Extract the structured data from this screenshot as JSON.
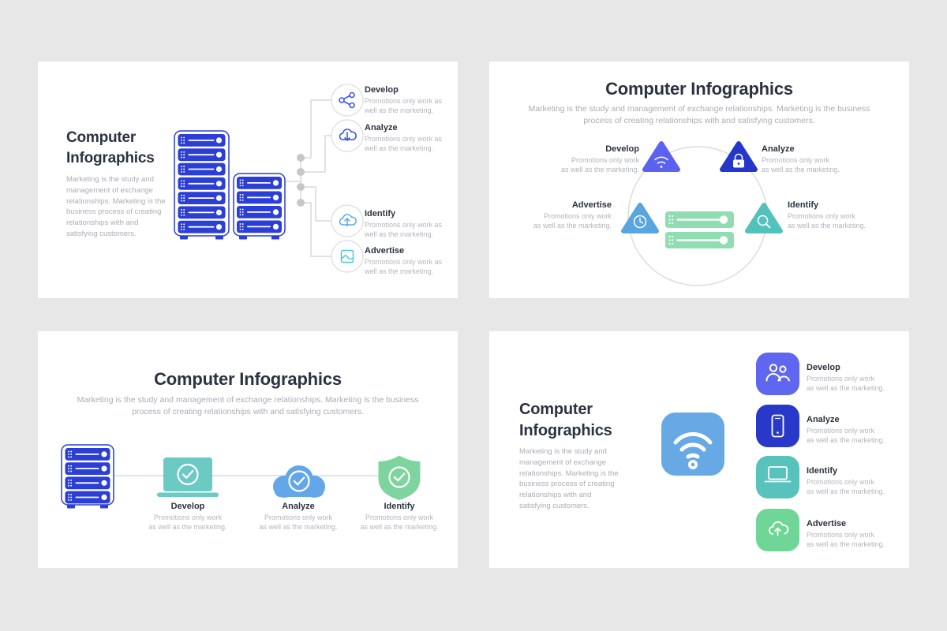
{
  "page": {
    "background_color": "#e7e7e7",
    "card_color": "#ffffff"
  },
  "slide_server_list": {
    "heading": "Computer Infographics",
    "body_text": "Marketing is the study and\nmanagement of exchange\nrelationships. Marketing is the\nbusiness process of creating\nrelationships with and\nsatisfying customers.",
    "items": [
      {
        "label": "Develop",
        "caption": "Promotions only work as\nwell as the marketing.",
        "icon": "share-nodes-icon",
        "accent": "#3d55ee"
      },
      {
        "label": "Analyze",
        "caption": "Promotions only work as\nwell as the marketing.",
        "icon": "cloud-download-icon",
        "accent": "#2b50e0"
      },
      {
        "label": "Identify",
        "caption": "Promotions only work as\nwell as the marketing.",
        "icon": "cloud-upload-icon",
        "accent": "#55a9e8"
      },
      {
        "label": "Advertise",
        "caption": "Promotions only work as\nwell as the marketing.",
        "icon": "image-icon",
        "accent": "#4fc8c8"
      }
    ]
  },
  "slide_circle": {
    "heading": "Computer Infographics",
    "body_text": "Marketing is the study and management of exchange relationships. Marketing is the business\nprocess of creating relationships with and satisfying customers.",
    "items": [
      {
        "label": "Develop",
        "caption": "Promotions only work\nas well as the marketing.",
        "icon": "wifi-icon",
        "accent": "#5b62f0"
      },
      {
        "label": "Analyze",
        "caption": "Promotions only work\nas well as the marketing.",
        "icon": "lock-icon",
        "accent": "#2537c8"
      },
      {
        "label": "Advertise",
        "caption": "Promotions only work\nas well as the marketing.",
        "icon": "clock-icon",
        "accent": "#58a5df"
      },
      {
        "label": "Identify",
        "caption": "Promotions only work\nas well as the marketing.",
        "icon": "search-icon",
        "accent": "#53c2bd"
      }
    ]
  },
  "slide_process": {
    "heading": "Computer Infographics",
    "body_text": "Marketing is the study and management of exchange relationships. Marketing is the business\nprocess of creating relationships with and satisfying customers.",
    "items": [
      {
        "label": "Develop",
        "caption": "Promotions only work\nas well as the marketing.",
        "icon": "laptop-check-icon",
        "accent": "#6bcac3"
      },
      {
        "label": "Analyze",
        "caption": "Promotions only work\nas well as the marketing.",
        "icon": "cloud-check-icon",
        "accent": "#64a7e8"
      },
      {
        "label": "Identify",
        "caption": "Promotions only work\nas well as the marketing.",
        "icon": "shield-check-icon",
        "accent": "#7dd59d"
      }
    ]
  },
  "slide_icon_list": {
    "heading": "Computer Infographics",
    "body_text": "Marketing is the study and\nmanagement of exchange\nrelationships. Marketing is the\nbusiness process of creating\nrelationships with and\nsatisfying customers.",
    "items": [
      {
        "label": "Develop",
        "caption": "Promotions only work\nas well as the marketing.",
        "icon": "users-icon",
        "accent": "#5f66f0"
      },
      {
        "label": "Analyze",
        "caption": "Promotions only work\nas well as the marketing.",
        "icon": "smartphone-icon",
        "accent": "#2838c9"
      },
      {
        "label": "Identify",
        "caption": "Promotions only work\nas well as the marketing.",
        "icon": "laptop-icon",
        "accent": "#58c3bd"
      },
      {
        "label": "Advertise",
        "caption": "Promotions only work\nas well as the marketing.",
        "icon": "cloud-upload-icon",
        "accent": "#70d698"
      }
    ]
  }
}
